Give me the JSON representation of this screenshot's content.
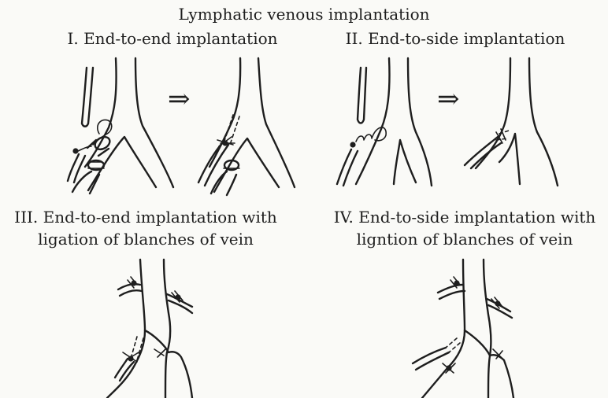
{
  "title": "Lymphatic venous implantation",
  "panels": [
    {
      "label": "I.  End-to-end implantation"
    },
    {
      "label": "II.  End-to-side implantation"
    },
    {
      "label_line1": "III.  End-to-end implantation with",
      "label_line2": "ligation of blanches of vein"
    },
    {
      "label_line1": "IV.  End-to-side implantation with",
      "label_line2": "ligntion of blanches of vein"
    }
  ],
  "arrow_glyph": "⇒"
}
